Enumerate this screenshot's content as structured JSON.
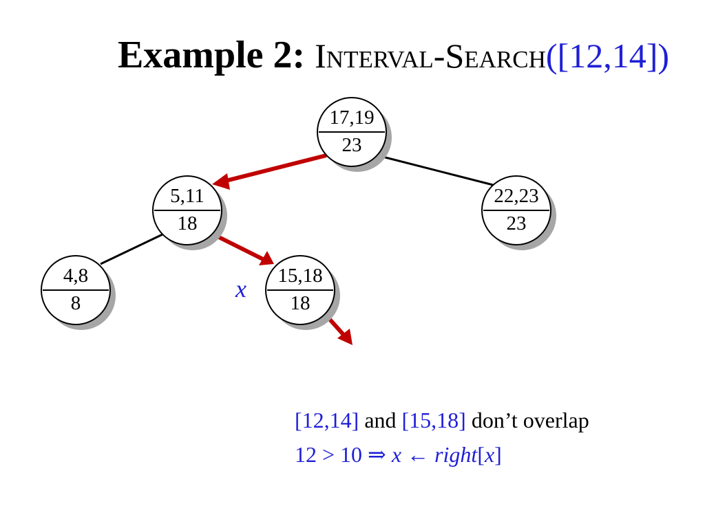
{
  "title": {
    "prefix": "Example 2:",
    "algorithm": "Interval-Search",
    "argument": "([12,14])"
  },
  "tree": {
    "nodes": [
      {
        "id": "root",
        "key": "17,19",
        "max": "23"
      },
      {
        "id": "left",
        "key": "5,11",
        "max": "18"
      },
      {
        "id": "right",
        "key": "22,23",
        "max": "23"
      },
      {
        "id": "left-left",
        "key": "4,8",
        "max": "8"
      },
      {
        "id": "left-right",
        "key": "15,18",
        "max": "18"
      }
    ],
    "edges": [
      {
        "from": "root",
        "to": "left",
        "highlighted": true
      },
      {
        "from": "root",
        "to": "right",
        "highlighted": false
      },
      {
        "from": "left",
        "to": "left-left",
        "highlighted": false
      },
      {
        "from": "left",
        "to": "left-right",
        "highlighted": true
      },
      {
        "from": "left-right",
        "to": "null-child",
        "highlighted": true
      }
    ],
    "pointer_label": "x",
    "pointer_target": "left-right"
  },
  "explanation": {
    "line1": {
      "interval_a": "[12,14]",
      "and": "and",
      "interval_b": "[15,18]",
      "rest": "don’t overlap"
    },
    "line2": {
      "lhs": "12 > 10 ⇒",
      "x": "x",
      "arrow": "←",
      "right": "right",
      "bracket_open": "[",
      "x2": "x",
      "bracket_close": "]"
    }
  },
  "colors": {
    "highlight_edge": "#c00000",
    "text_blue": "#1f1fd6",
    "node_fill": "#ffffff",
    "node_shadow": "#a6a6a6"
  }
}
